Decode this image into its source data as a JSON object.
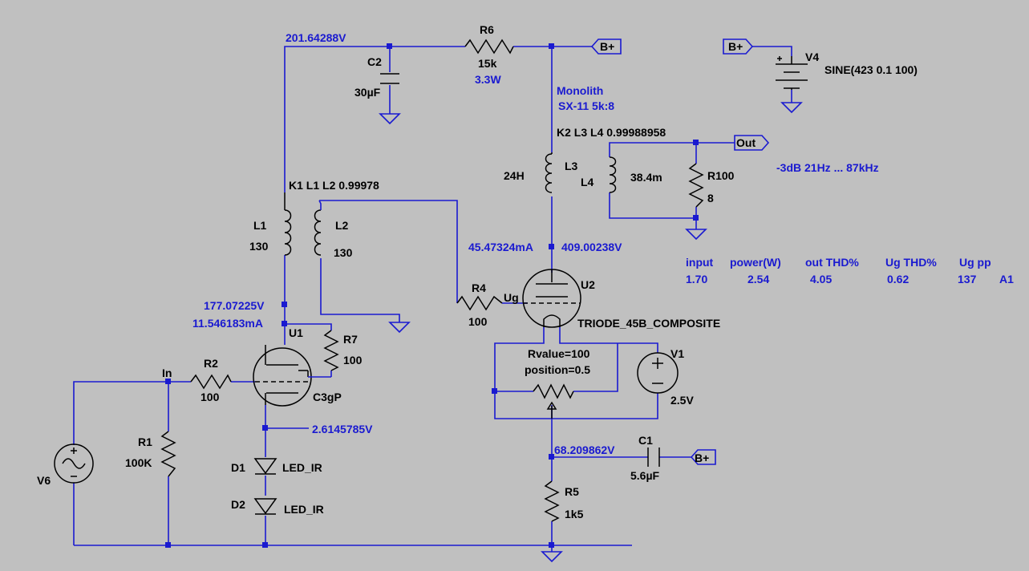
{
  "colors": {
    "background": "#c0c0c0",
    "wire": "#1a1ad0",
    "symbol": "#000000",
    "annotation": "#1a1ad0"
  },
  "components": {
    "R6": {
      "name": "R6",
      "value": "15k",
      "power": "3.3W"
    },
    "C2": {
      "name": "C2",
      "value": "30µF"
    },
    "V4": {
      "name": "V4",
      "value": "SINE(423 0.1 100)"
    },
    "transformer_out": {
      "brand": "Monolith",
      "model": "SX-11 5k:8",
      "coupling": "K2 L3 L4  0.99988958"
    },
    "L3": {
      "name": "L3",
      "value": "24H"
    },
    "L4": {
      "name": "L4",
      "value": "38.4m"
    },
    "R100": {
      "name": "R100",
      "value": "8"
    },
    "transformer_int": {
      "coupling": "K1 L1 L2  0.99978"
    },
    "L1": {
      "name": "L1",
      "value": "130"
    },
    "L2": {
      "name": "L2",
      "value": "130"
    },
    "R4": {
      "name": "R4",
      "value": "100"
    },
    "U2": {
      "name": "U2",
      "value": "TRIODE_45B_COMPOSITE"
    },
    "pot": {
      "rvalue": "Rvalue=100",
      "position": "position=0.5"
    },
    "V1": {
      "name": "V1",
      "value": "2.5V"
    },
    "U1": {
      "name": "U1",
      "value": "C3gP"
    },
    "R7": {
      "name": "R7",
      "value": "100"
    },
    "R2": {
      "name": "R2",
      "value": "100"
    },
    "R1": {
      "name": "R1",
      "value": "100K"
    },
    "V6": {
      "name": "V6"
    },
    "D1": {
      "name": "D1",
      "value": "LED_IR"
    },
    "D2": {
      "name": "D2",
      "value": "LED_IR"
    },
    "C1": {
      "name": "C1",
      "value": "5.6µF"
    },
    "R5": {
      "name": "R5",
      "value": "1k5"
    }
  },
  "nets": {
    "bplus": "B+",
    "out": "Out",
    "in": "In",
    "ug": "Ug"
  },
  "voltages": {
    "v1": "201.64288V",
    "v2": "177.07225V",
    "i1": "11.546183mA",
    "v3": "2.6145785V",
    "i2": "45.47324mA",
    "v4": "409.00238V",
    "v5": "68.209862V"
  },
  "annotations": {
    "bandwidth": "-3dB 21Hz ... 87kHz"
  },
  "results": {
    "headers": [
      "input",
      "power(W)",
      "out THD%",
      "Ug THD%",
      "Ug pp"
    ],
    "values": [
      "1.70",
      "2.54",
      "4.05",
      "0.62",
      "137",
      "A1"
    ]
  }
}
